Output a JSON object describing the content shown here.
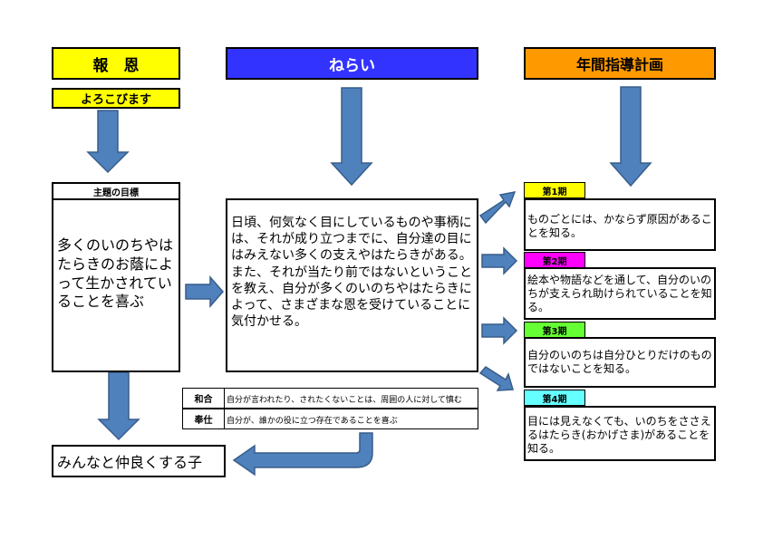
{
  "headers": {
    "hoon": "報　恩",
    "nerai": "ねらい",
    "plan": "年間指導計画"
  },
  "colors": {
    "yellow": "#ffff00",
    "blue": "#3333ff",
    "orange": "#ff9900",
    "arrow": "#4f81bd",
    "term1": "#ffff00",
    "term2": "#ff00ff",
    "term3": "#66ff33",
    "term4": "#66ffff"
  },
  "yorokobi": "よろこびます",
  "theme": {
    "label": "主題の目標",
    "text": "多くのいのちやはたらきのお蔭によって生かされていることを喜ぶ"
  },
  "aim_text": "日頃、何気なく目にしているものや事柄には、それが成り立つまでに、自分達の目にはみえない多くの支えやはたらきがある。また、それが当たり前ではないということを教え、自分が多くのいのちやはたらきによって、さまざまな恩を受けていることに気付かせる。",
  "values": [
    {
      "name": "和合",
      "text": "自分が言われたり、されたくないことは、周囲の人に対して慎む"
    },
    {
      "name": "奉仕",
      "text": "自分が、誰かの役に立つ存在であることを喜ぶ"
    }
  ],
  "goal": "みんなと仲良くする子",
  "terms": [
    {
      "label": "第1期",
      "text": "ものごとには、かならず原因があることを知る。"
    },
    {
      "label": "第2期",
      "text": "絵本や物語などを通して、自分のいのちが支えられ助けられていることを知る。"
    },
    {
      "label": "第3期",
      "text": "自分のいのちは自分ひとりだけのものではないことを知る。"
    },
    {
      "label": "第4期",
      "text": "目には見えなくても、いのちをささえるはたらき(おかげさま)があることを知る。"
    }
  ]
}
